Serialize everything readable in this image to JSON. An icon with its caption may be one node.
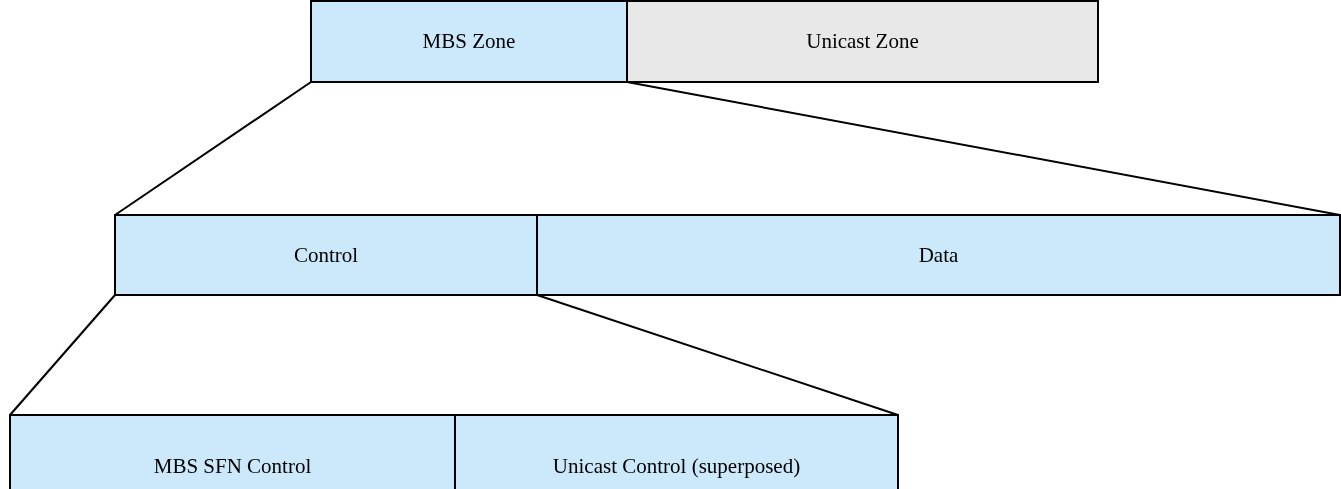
{
  "diagram": {
    "nodes": [
      {
        "text": [
          "MBS Zone"
        ]
      },
      {
        "text": [
          "Unicast Zone"
        ]
      },
      {
        "text": [
          "Control"
        ]
      },
      {
        "text": [
          "Data"
        ]
      },
      {
        "text": [
          "MBS SFN Control"
        ]
      },
      {
        "text": [
          "Unicast Control (superposed)"
        ]
      }
    ],
    "edges": [
      {
        "from": 0,
        "to": 2,
        "arrow": "none"
      },
      {
        "from": 0,
        "to": 3,
        "arrow": "none"
      },
      {
        "from": 2,
        "to": 4,
        "arrow": "none"
      },
      {
        "from": 2,
        "to": 5,
        "arrow": "none"
      }
    ]
  }
}
